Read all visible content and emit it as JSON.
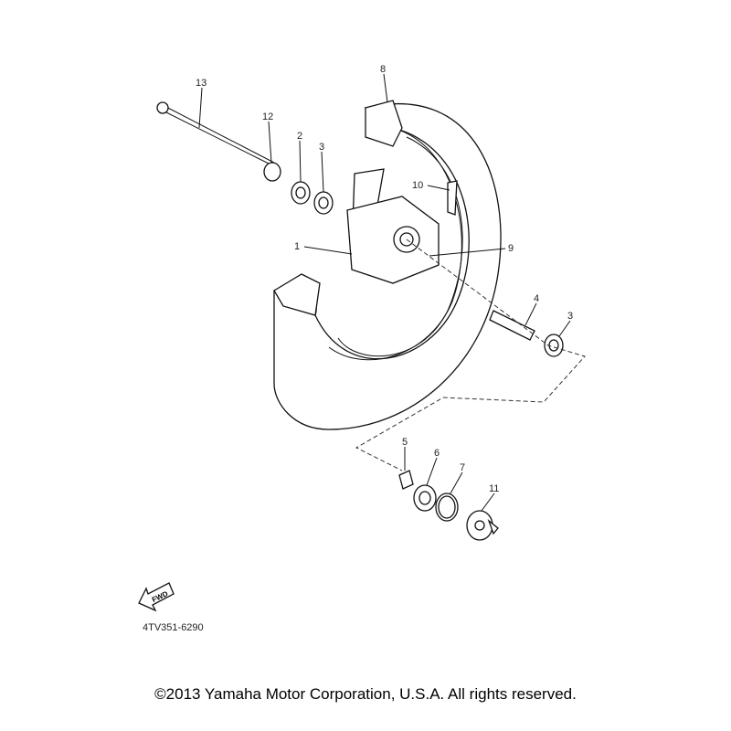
{
  "diagram": {
    "part_code": "4TV351-6290",
    "fwd_label": "FWD",
    "callouts": [
      "13",
      "12",
      "2",
      "3",
      "8",
      "10",
      "1",
      "9",
      "4",
      "3",
      "5",
      "6",
      "7",
      "11"
    ]
  },
  "footer": {
    "copyright": "©2013 Yamaha Motor Corporation, U.S.A. All rights reserved."
  }
}
